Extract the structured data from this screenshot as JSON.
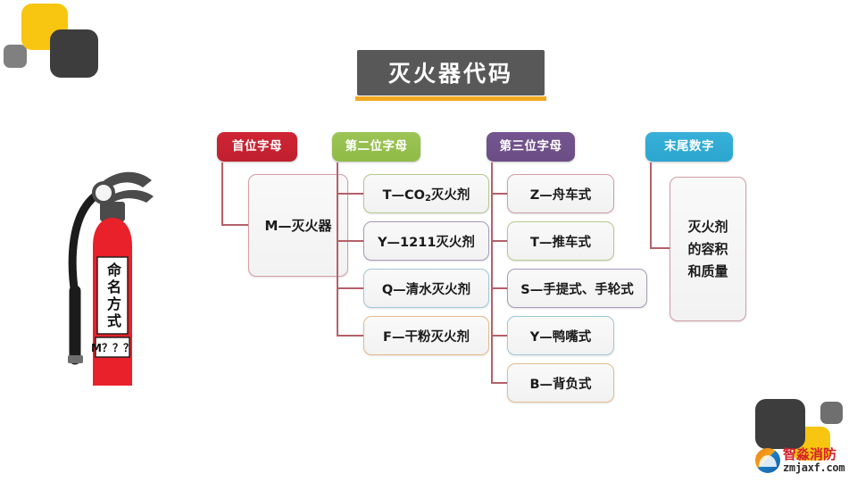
{
  "page": {
    "title": "灭火器代码",
    "background": "#ffffff"
  },
  "decor": {
    "top_left": [
      "yellow-square",
      "dark-square",
      "gray-square"
    ],
    "bottom_right": [
      "dark-square",
      "yellow-square",
      "gray-square"
    ],
    "colors": {
      "yellow": "#f8c510",
      "dark": "#3d3d3d",
      "gray": "#808080",
      "title_bar": "#f0a922"
    }
  },
  "extinguisher": {
    "label_vertical": "命名方式",
    "code_label": "M？？？",
    "body_color": "#e8212a",
    "hardware_color": "#4b4b4b"
  },
  "columns": [
    {
      "header": "首位字母",
      "header_color": "#c0202f",
      "items": [
        {
          "text": "M—灭火器",
          "border": "red"
        }
      ]
    },
    {
      "header": "第二位字母",
      "header_color": "#8fbb46",
      "items": [
        {
          "text": "T—CO",
          "sub": "2",
          "text_after": "灭火剂",
          "border": "green"
        },
        {
          "text": "Y—1211灭火剂",
          "border": "purple"
        },
        {
          "text": "Q—清水灭火剂",
          "border": "blue"
        },
        {
          "text": "F—干粉灭火剂",
          "border": "orange"
        }
      ]
    },
    {
      "header": "第三位字母",
      "header_color": "#6b4d86",
      "items": [
        {
          "text": "Z—舟车式",
          "border": "red"
        },
        {
          "text": "T—推车式",
          "border": "green"
        },
        {
          "text": "S—手提式、手轮式",
          "border": "purple"
        },
        {
          "text": "Y—鸭嘴式",
          "border": "blue"
        },
        {
          "text": "B—背负式",
          "border": "orange"
        }
      ]
    },
    {
      "header": "末尾数字",
      "header_color": "#2ba6cf",
      "items": [
        {
          "lines": [
            "灭火剂",
            "的容积",
            "和质量"
          ],
          "border": "red"
        }
      ]
    }
  ],
  "logo": {
    "name": "智淼消防",
    "url": "zmjaxf.com"
  }
}
